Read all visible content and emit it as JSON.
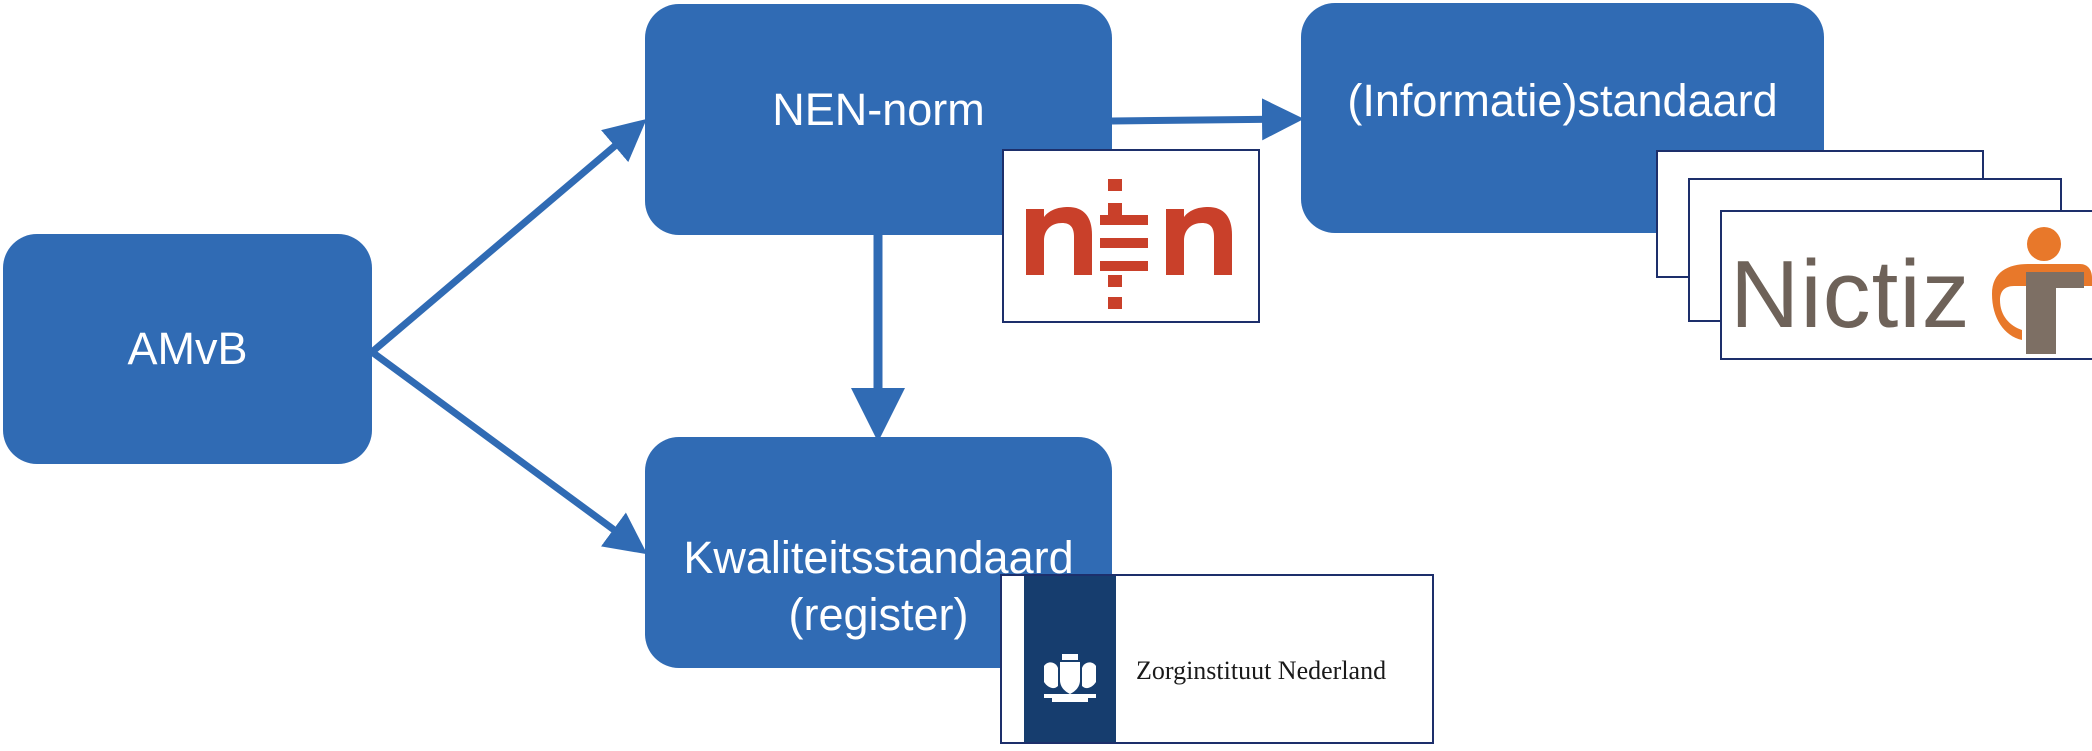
{
  "nodes": {
    "amvb": "AMvB",
    "nen_norm": "NEN-norm",
    "informatiestandaard": "(Informatie)standaard",
    "kwaliteitsstandaard_line1": "Kwaliteitsstandaard",
    "kwaliteitsstandaard_line2": "(register)"
  },
  "logos": {
    "nen": "nen",
    "nictiz": "Nictiz",
    "zorginstituut": "Zorginstituut Nederland"
  },
  "edges": [
    {
      "from": "AMvB",
      "to": "NEN-norm"
    },
    {
      "from": "AMvB",
      "to": "Kwaliteitsstandaard (register)"
    },
    {
      "from": "NEN-norm",
      "to": "(Informatie)standaard"
    },
    {
      "from": "NEN-norm",
      "to": "Kwaliteitsstandaard (register)"
    }
  ],
  "colors": {
    "node_fill": "#306bb4",
    "nen_logo": "#c9402a",
    "nictiz_text": "#6e6259",
    "nictiz_accent": "#e8782a",
    "zorg_band": "#163d6e"
  }
}
